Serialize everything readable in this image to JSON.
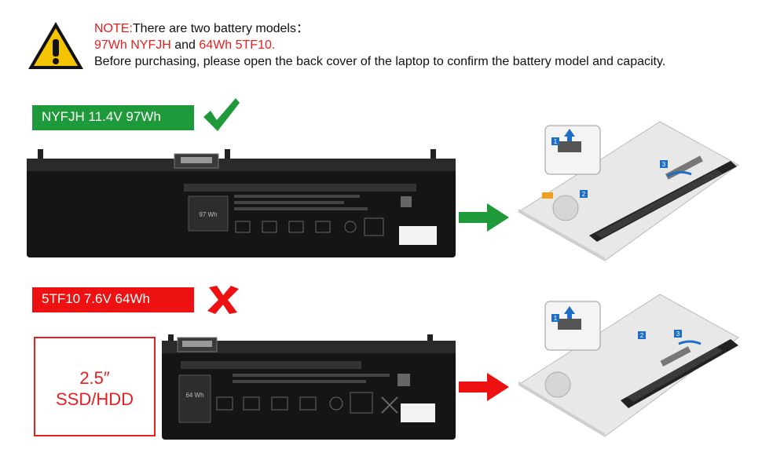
{
  "note": {
    "prefix": "NOTE:",
    "line1_rest": "There are two battery models：",
    "model_a": "97Wh NYFJH",
    "and_text": " and ",
    "model_b": "64Wh 5TF10.",
    "line3": "Before purchasing, please open the back cover of the laptop to confirm the battery model and capacity."
  },
  "correct_model": {
    "label": "NYFJH  11.4V 97Wh",
    "color": "#1f9a3a",
    "status_icon": "check-icon",
    "battery_capacity_text": "97 Wh"
  },
  "wrong_model": {
    "label": "5TF10  7.6V 64Wh",
    "color": "#ee1111",
    "status_icon": "cross-icon",
    "battery_capacity_text": "64 Wh"
  },
  "storage_box": {
    "size": "2.5″",
    "type": "SSD/HDD"
  },
  "laptop_steps": [
    "1",
    "2",
    "3"
  ],
  "colors": {
    "warning_yellow": "#f5c400",
    "accent_red": "#e81f1f",
    "accent_green": "#1f9a3a",
    "step_blue": "#1e6fc4"
  }
}
